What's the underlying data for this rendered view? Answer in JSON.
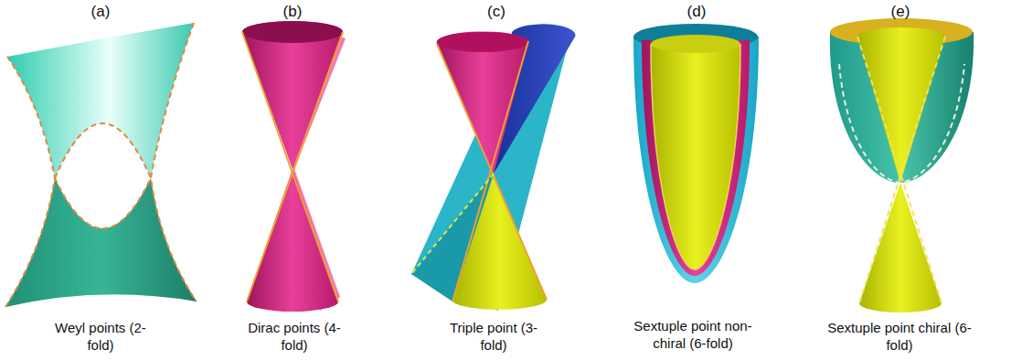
{
  "diagram": {
    "labels": [
      "(a)",
      "(b)",
      "(c)",
      "(d)",
      "(e)",
      "Weyl points (2-fold)",
      "Dirac points (4-fold)",
      "Triple point (3-fold)",
      "Sextuple point non-chiral (6-fold)",
      "Sextuple point chiral (6-fold)"
    ]
  }
}
